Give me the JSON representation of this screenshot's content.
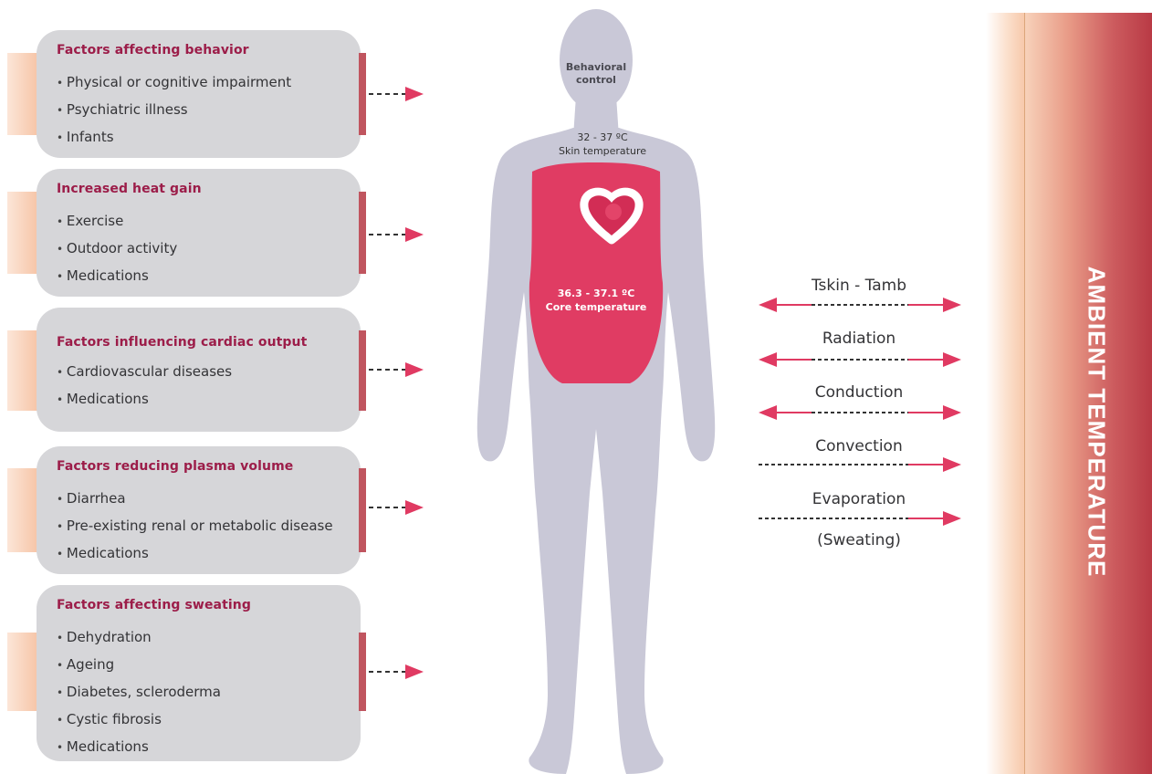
{
  "factors": [
    {
      "title": "Factors affecting behavior",
      "items": [
        "Physical or cognitive impairment",
        "Psychiatric illness",
        "Infants"
      ]
    },
    {
      "title": "Increased heat gain",
      "items": [
        "Exercise",
        "Outdoor activity",
        "Medications"
      ]
    },
    {
      "title": "Factors influencing cardiac output",
      "items": [
        "Cardiovascular diseases",
        "Medications"
      ]
    },
    {
      "title": "Factors reducing plasma volume",
      "items": [
        "Diarrhea",
        "Pre-existing renal or metabolic disease",
        "Medications"
      ]
    },
    {
      "title": "Factors affecting sweating",
      "items": [
        "Dehydration",
        "Ageing",
        "Diabetes, scleroderma",
        "Cystic fibrosis",
        "Medications"
      ]
    }
  ],
  "body": {
    "behavioral_control": [
      "Behavioral",
      "control"
    ],
    "skin_temperature": [
      "32 - 37 ºC",
      "Skin temperature"
    ],
    "core_temperature": [
      "36.3 - 37.1 ºC",
      "Core temperature"
    ]
  },
  "heat_exchange": [
    {
      "label": "Tskin - Tamb",
      "direction": "bidirectional"
    },
    {
      "label": "Radiation",
      "direction": "bidirectional"
    },
    {
      "label": "Conduction",
      "direction": "bidirectional"
    },
    {
      "label": "Convection",
      "direction": "outward"
    },
    {
      "label": "Evaporation",
      "direction": "outward",
      "sublabel": "(Sweating)"
    }
  ],
  "ambient": {
    "title": "AMBIENT TEMPERATURE"
  },
  "colors": {
    "accent": "#e03a62",
    "title_text": "#9c1d49",
    "box_bg": "#d6d6d9",
    "body_silhouette": "#c9c8d7",
    "core": "#e03c63"
  }
}
